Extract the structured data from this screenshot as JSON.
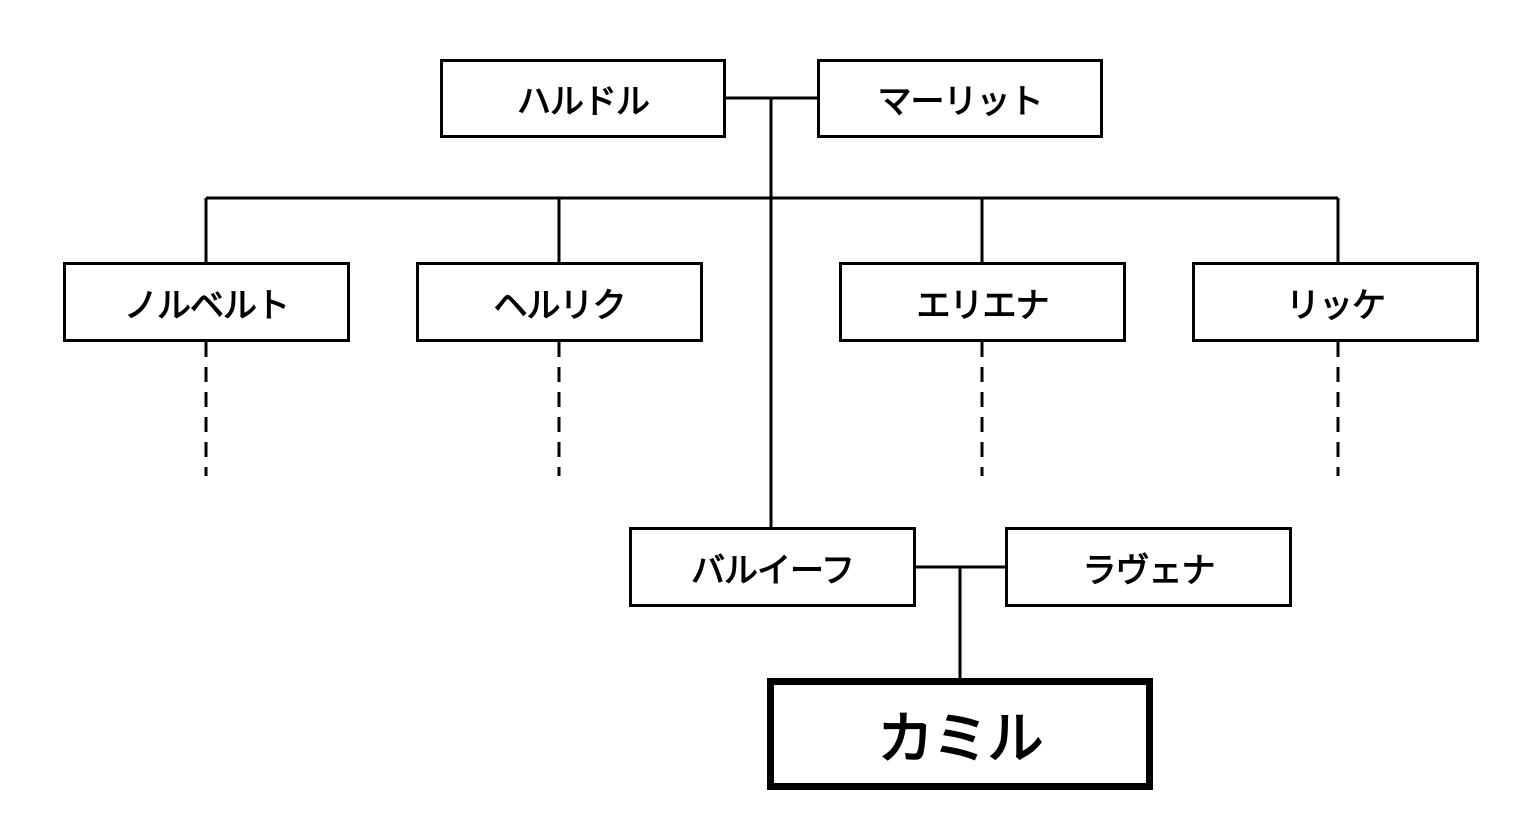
{
  "family_tree": {
    "grandparents": {
      "left": "ハルドル",
      "right": "マーリット"
    },
    "children": [
      {
        "name": "ノルベルト",
        "descendants_continue": true
      },
      {
        "name": "ヘルリク",
        "descendants_continue": true
      },
      {
        "name": "バルイーフ",
        "descendants_continue": false
      },
      {
        "name": "エリエナ",
        "descendants_continue": true
      },
      {
        "name": "リッケ",
        "descendants_continue": true
      }
    ],
    "spouse_of_child": "ラヴェナ",
    "grandchild": "カミル",
    "highlighted_person": "カミル"
  }
}
